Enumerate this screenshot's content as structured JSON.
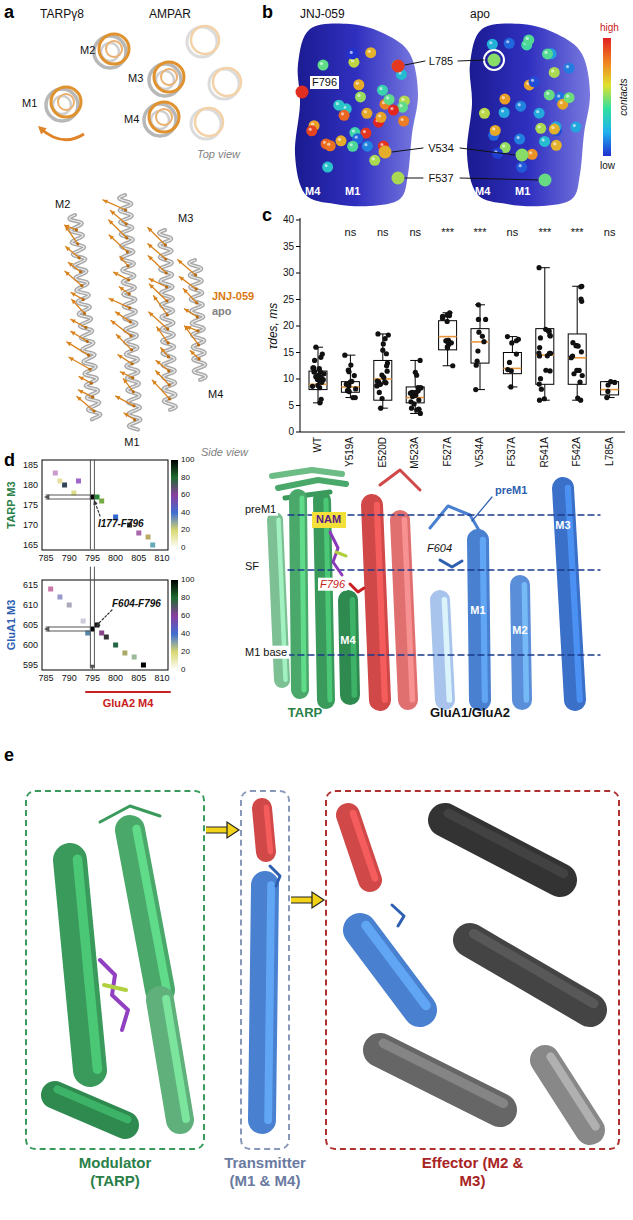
{
  "diagram": {
    "nodes": [
      {
        "text": [
          "NAM"
        ]
      },
      {
        "text": [
          "Modulator (TARP)"
        ]
      },
      {
        "text": [
          "Transmitter (M1 & M4)"
        ]
      },
      {
        "text": [
          "Effector (M2 & M3)"
        ]
      }
    ],
    "edges": [
      {
        "from": 1,
        "to": 2,
        "arrow": "to"
      },
      {
        "from": 2,
        "to": 3,
        "arrow": "to"
      }
    ],
    "labels": [
      "a",
      "TARPγ8",
      "AMPAR",
      "M2",
      "M3",
      "M1",
      "M4",
      "Top view",
      "JNJ-059",
      "apo",
      "M2",
      "M3",
      "M4",
      "M1",
      "Side view",
      "b",
      "JNJ-059",
      "apo",
      "high",
      "contacts",
      "low",
      "L785",
      "F796",
      "V534",
      "F537",
      "M4",
      "M1",
      "M4",
      "M1",
      "c",
      "40",
      "35",
      "30",
      "25",
      "20",
      "15",
      "10",
      "5",
      "0",
      "τdes, ms",
      "WT",
      "Y519A",
      "E520D",
      "M523A",
      "F527A",
      "V534A",
      "F537A",
      "R541A",
      "F542A",
      "L785A",
      "ns",
      "ns",
      "ns",
      "***",
      "***",
      "ns",
      "***",
      "***",
      "ns",
      "d",
      "185",
      "180",
      "175",
      "170",
      "165",
      "TARP M3",
      "615",
      "610",
      "605",
      "600",
      "595",
      "GluA1 M3",
      "785",
      "790",
      "795",
      "800",
      "805",
      "810",
      "785",
      "790",
      "795",
      "800",
      "805",
      "810",
      "100",
      "80",
      "60",
      "40",
      "20",
      "0",
      "100",
      "80",
      "60",
      "40",
      "20",
      "0",
      "I177-F796",
      "F604-F796",
      "GluA2 M4",
      "preM1",
      "preM1",
      "M3",
      "F604",
      "SF",
      "F796",
      "M1",
      "M2",
      "M4",
      "M1 base",
      "TARP",
      "GluA1/GluA2",
      "e"
    ]
  }
}
